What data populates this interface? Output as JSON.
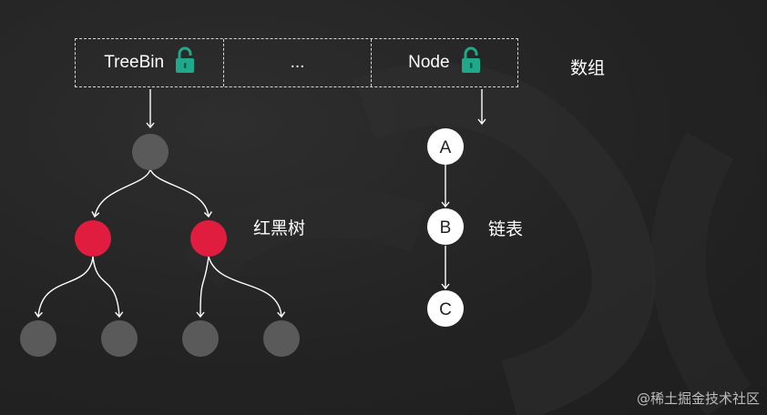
{
  "array": {
    "cells": [
      {
        "label": "TreeBin",
        "lock_icon": "lock-icon"
      },
      {
        "label": "..."
      },
      {
        "label": "Node",
        "lock_icon": "lock-icon"
      }
    ],
    "caption": "数组"
  },
  "tree": {
    "caption": "红黑树",
    "colors": {
      "black_node": "#5a5a5a",
      "red_node": "#e11d3f"
    }
  },
  "list": {
    "caption": "链表",
    "nodes": [
      "A",
      "B",
      "C"
    ]
  },
  "colors": {
    "lock": "#1fa98a",
    "arrow": "#ffffff"
  },
  "watermark": "@稀土掘金技术社区"
}
